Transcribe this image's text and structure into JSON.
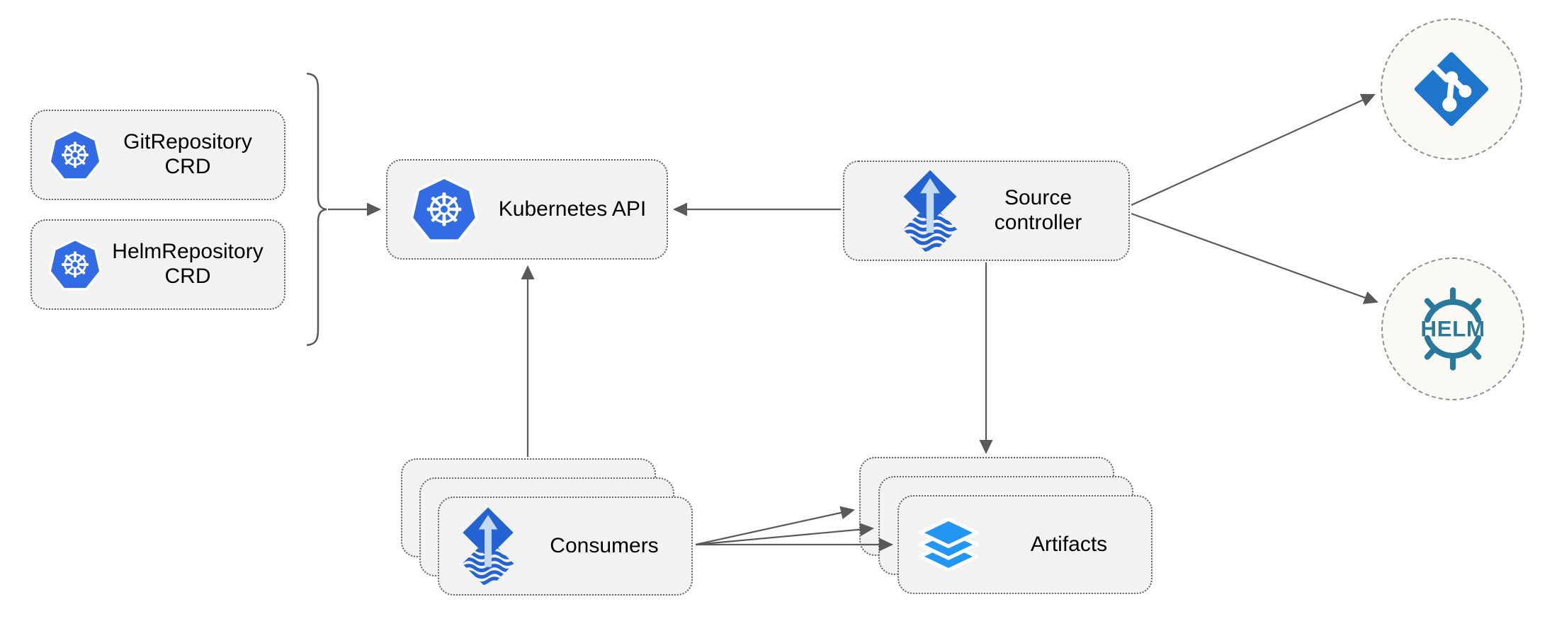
{
  "diagram": {
    "nodes": {
      "git_repository_crd": {
        "line1": "GitRepository",
        "line2": "CRD",
        "icon": "kubernetes-icon"
      },
      "helm_repository_crd": {
        "line1": "HelmRepository",
        "line2": "CRD",
        "icon": "kubernetes-icon"
      },
      "kubernetes_api": {
        "label": "Kubernetes API",
        "icon": "kubernetes-icon"
      },
      "source_controller": {
        "line1": "Source",
        "line2": "controller",
        "icon": "flux-icon"
      },
      "consumers": {
        "label": "Consumers",
        "icon": "flux-icon",
        "stack_count": 3
      },
      "artifacts": {
        "label": "Artifacts",
        "icon": "layers-icon",
        "stack_count": 3
      },
      "git_endpoint": {
        "icon": "git-icon"
      },
      "helm_endpoint": {
        "icon": "helm-icon",
        "label": "HELM"
      }
    },
    "connectors": [
      "crds-brace-to-kubernetes-api",
      "source-controller-to-kubernetes-api",
      "consumers-to-kubernetes-api",
      "source-controller-to-artifacts",
      "source-controller-to-git",
      "source-controller-to-helm",
      "consumers-to-artifacts-back",
      "consumers-to-artifacts-middle",
      "consumers-to-artifacts-front"
    ],
    "icons": {
      "kubernetes-icon": "blue heptagon with white ship wheel",
      "flux-icon": "blue diamond with light up-arrow over wavy reflection diamond",
      "git-icon": "blue diamond with white branch nodes",
      "helm-icon": "teal ship wheel with HELM wordmark",
      "layers-icon": "three stacked blue layer diamonds",
      "brace-icon": "curly brace grouping CRDs"
    },
    "colors": {
      "background": "#ffffff",
      "node_fill": "#f2f2f2",
      "node_border": "#606060",
      "endpoint_fill": "#faf9f3",
      "endpoint_border": "#909090",
      "connector": "#595959",
      "kubernetes_blue": "#326ce5",
      "flux_blue": "#2364d2",
      "flux_arrow_light": "#c5d9f1",
      "git_blue": "#1d76cc",
      "layers_blue": "#2196f3",
      "helm_teal": "#29799c",
      "label_text": "#000000"
    }
  }
}
